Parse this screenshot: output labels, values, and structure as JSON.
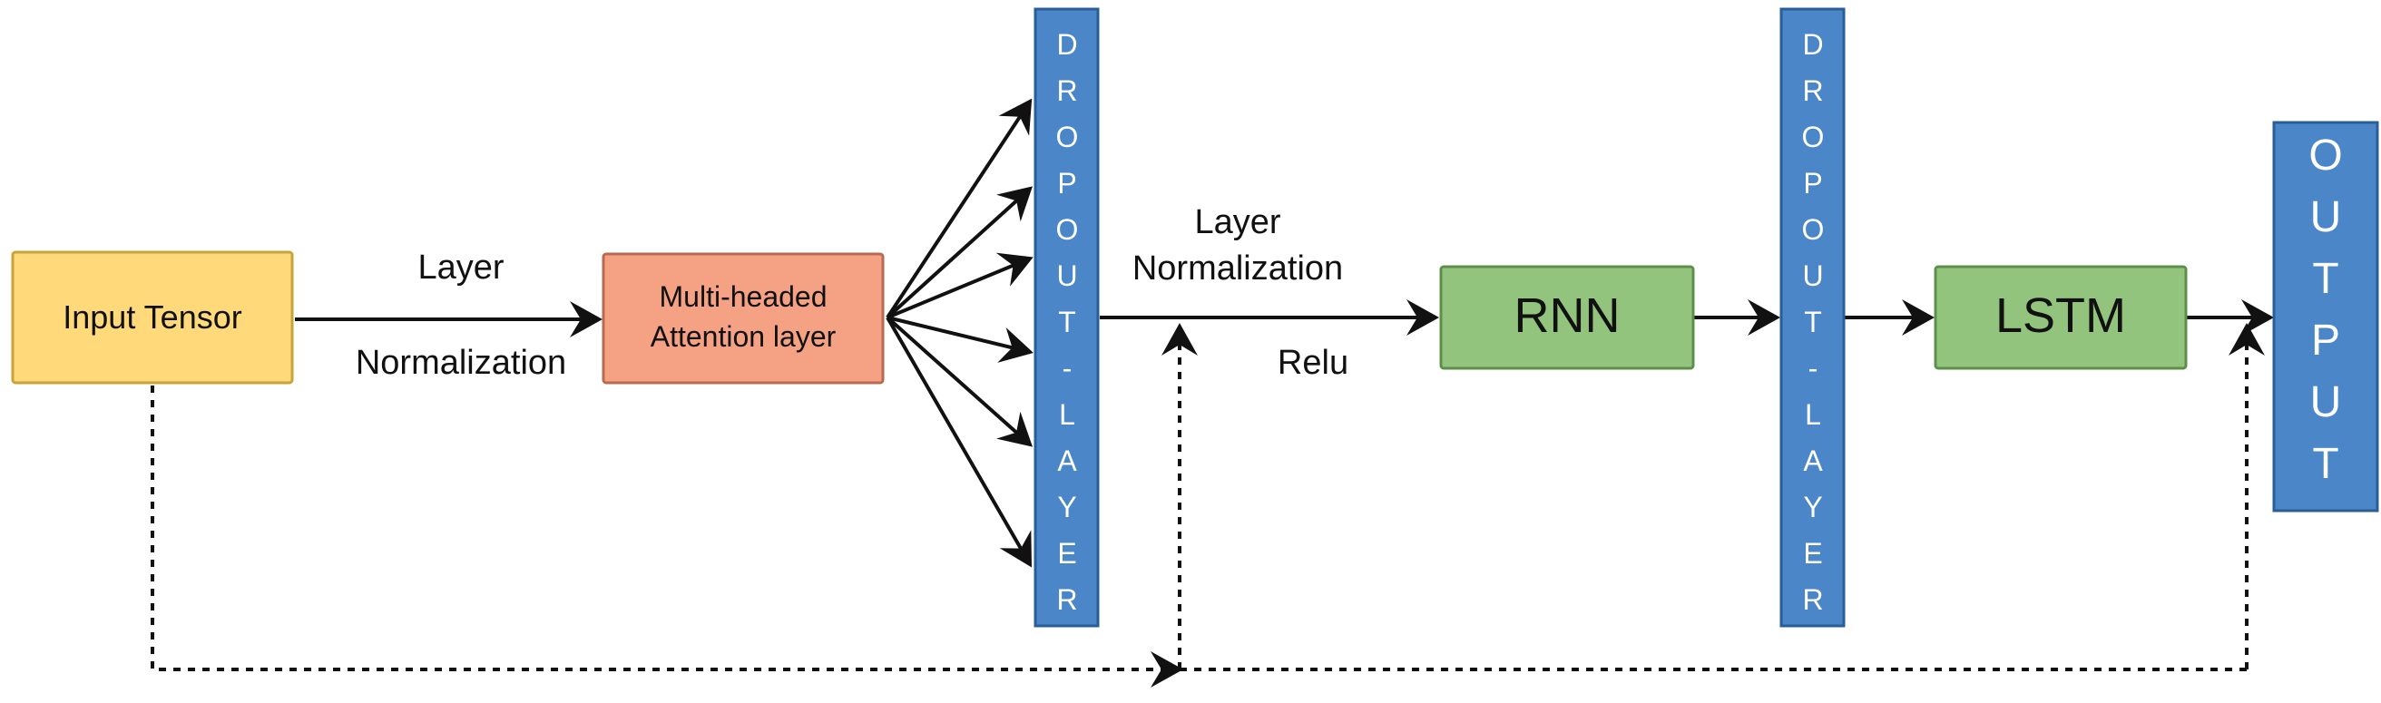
{
  "nodes": {
    "input_tensor": {
      "label": "Input Tensor",
      "fill": "#FFD97A",
      "stroke": "#C9A23A"
    },
    "attention": {
      "line1": "Multi-headed",
      "line2": "Attention layer",
      "fill": "#F4A184",
      "stroke": "#B86A50"
    },
    "dropout_1": {
      "letters": [
        "D",
        "R",
        "O",
        "P",
        "O",
        "U",
        "T",
        "-",
        "L",
        "A",
        "Y",
        "E",
        "R"
      ],
      "fill": "#4A86C8",
      "stroke": "#2A5E98"
    },
    "rnn": {
      "label": "RNN",
      "fill": "#93C47D",
      "stroke": "#5E8F4A"
    },
    "dropout_2": {
      "letters": [
        "D",
        "R",
        "O",
        "P",
        "O",
        "U",
        "T",
        "-",
        "L",
        "A",
        "Y",
        "E",
        "R"
      ],
      "fill": "#4A86C8",
      "stroke": "#2A5E98"
    },
    "lstm": {
      "label": "LSTM",
      "fill": "#93C47D",
      "stroke": "#5E8F4A"
    },
    "output": {
      "letters": [
        "O",
        "U",
        "T",
        "P",
        "U",
        "T"
      ],
      "fill": "#4A86C8",
      "stroke": "#2A5E98"
    }
  },
  "edge_labels": {
    "input_to_attention_top": "Layer",
    "input_to_attention_bottom": "Normalization",
    "dropout_to_rnn_line1": "Layer",
    "dropout_to_rnn_line2": "Normalization",
    "dropout_to_rnn_bottom": "Relu"
  },
  "edges": [
    {
      "from": "input_tensor",
      "to": "attention",
      "style": "solid"
    },
    {
      "from": "attention",
      "to": "dropout_1",
      "style": "solid",
      "fan_out": 6
    },
    {
      "from": "dropout_1",
      "to": "rnn",
      "style": "solid"
    },
    {
      "from": "rnn",
      "to": "dropout_2",
      "style": "solid"
    },
    {
      "from": "dropout_2",
      "to": "lstm",
      "style": "solid"
    },
    {
      "from": "lstm",
      "to": "output",
      "style": "solid"
    },
    {
      "from": "input_tensor",
      "to": "dropout_1_to_rnn_junction",
      "style": "dotted"
    },
    {
      "from": "input_tensor",
      "to": "output",
      "style": "dotted"
    }
  ]
}
